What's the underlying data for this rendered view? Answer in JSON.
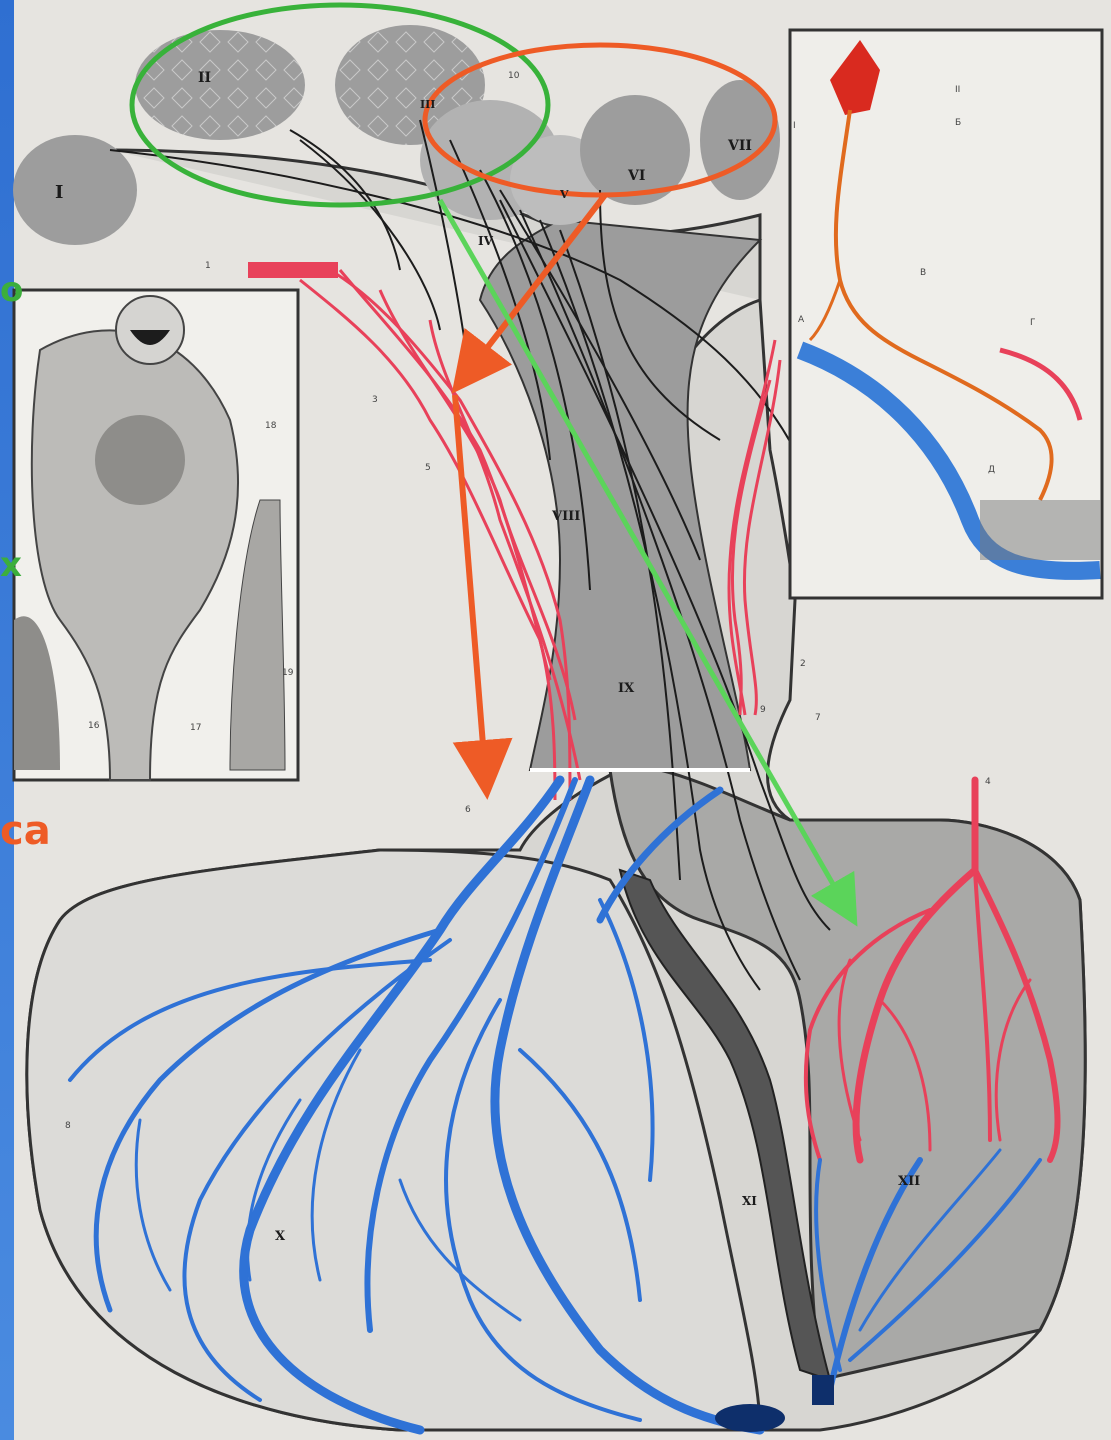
{
  "edge_letters": [
    "o",
    "x",
    "ca"
  ],
  "nuclei": [
    "I",
    "II",
    "III",
    "IV",
    "V",
    "VI",
    "VII"
  ],
  "regions": {
    "infundibulum": "VIII",
    "stalk": "IX",
    "posterior_lobe": "X",
    "intermediate": "XI",
    "anterior_lobe": "XII"
  },
  "callouts": [
    "1",
    "2",
    "3",
    "4",
    "5",
    "6",
    "7",
    "8",
    "9",
    "10",
    "16",
    "17",
    "18",
    "19"
  ],
  "inset_labels": [
    "II",
    "I",
    "Б",
    "В",
    "Г",
    "Д",
    "А"
  ],
  "colors": {
    "arterial": "#e8415a",
    "venous": "#2f72d6",
    "green_highlight": "#38b23a",
    "orange_highlight": "#ee5b26",
    "paper": "#e6e4e0",
    "gray_tissue": "#9c9c9c"
  }
}
